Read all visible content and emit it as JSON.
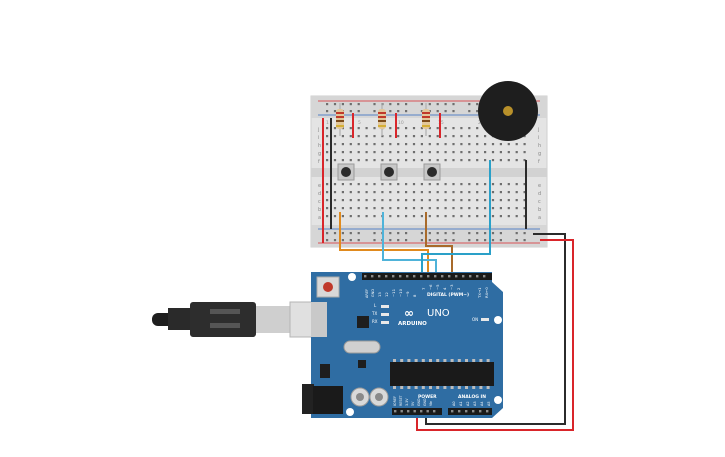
{
  "board": {
    "logo": "∞",
    "brand": "ARDUINO",
    "model": "UNO",
    "digital_header": "DIGITAL (PWM~)",
    "power_header": "POWER",
    "analog_header": "ANALOG IN",
    "aref": "AREF",
    "gnd": "GND",
    "tx": "TX",
    "rx": "RX",
    "l": "L",
    "on": "ON",
    "ioref": "IOREF",
    "reset": "RESET",
    "v33": "3.3V",
    "v5": "5V",
    "vin": "Vin",
    "digital_pins": [
      "13",
      "12",
      "~11",
      "~10",
      "~9",
      "8",
      "7",
      "~6",
      "~5",
      "4",
      "~3",
      "2",
      "TX→1",
      "RX←0"
    ],
    "analog_pins": [
      "A0",
      "A1",
      "A2",
      "A3",
      "A4",
      "A5"
    ]
  },
  "breadboard": {
    "rows_top": [
      "j",
      "i",
      "h",
      "g",
      "f"
    ],
    "rows_bottom": [
      "e",
      "d",
      "c",
      "b",
      "a"
    ],
    "col_numbers": [
      "1",
      "5",
      "10",
      "15",
      "20",
      "25",
      "30"
    ]
  },
  "colors": {
    "board": "#2f6da3",
    "wire_orange": "#e08a1e",
    "wire_blue": "#4fb3d9",
    "wire_brown": "#a86a2a",
    "wire_red": "#d9252a",
    "wire_black": "#2b2b2b",
    "breadboard": "#e6e6e6"
  },
  "icons": {
    "usb": "usb-cable-icon",
    "buzzer": "piezo-buzzer-icon",
    "reset": "reset-button-icon"
  }
}
